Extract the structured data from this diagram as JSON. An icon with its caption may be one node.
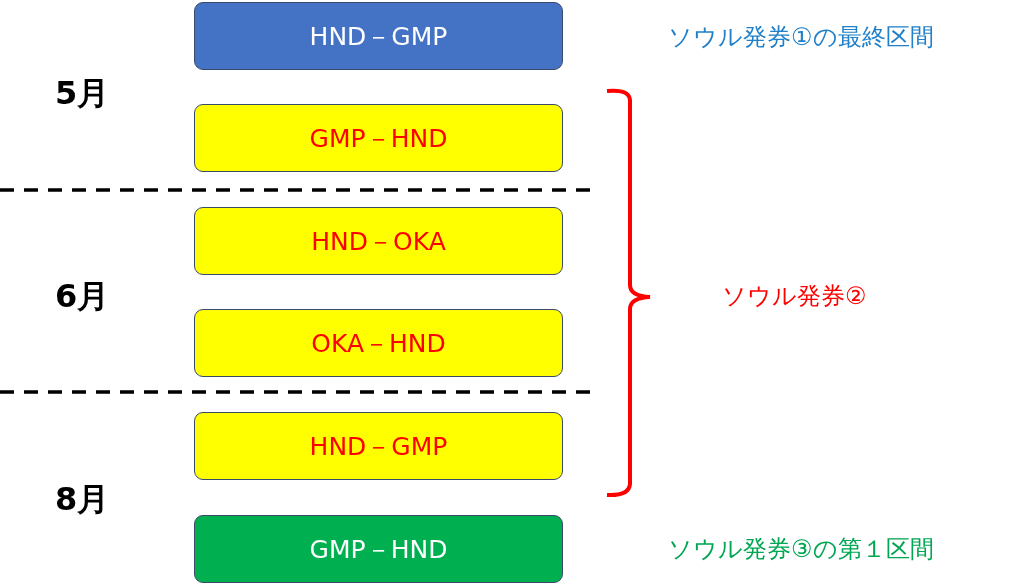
{
  "diagram": {
    "nodes": [
      {
        "text": [
          "HND－GMP"
        ]
      },
      {
        "text": [
          "GMP－HND"
        ]
      },
      {
        "text": [
          "HND－OKA"
        ]
      },
      {
        "text": [
          "OKA－HND"
        ]
      },
      {
        "text": [
          "HND－GMP"
        ]
      },
      {
        "text": [
          "GMP－HND"
        ]
      }
    ],
    "labels": [
      "ソウル発券①の最終区間",
      "5月",
      "6月",
      "ソウル発券②",
      "8月",
      "ソウル発券③の第１区間"
    ]
  }
}
